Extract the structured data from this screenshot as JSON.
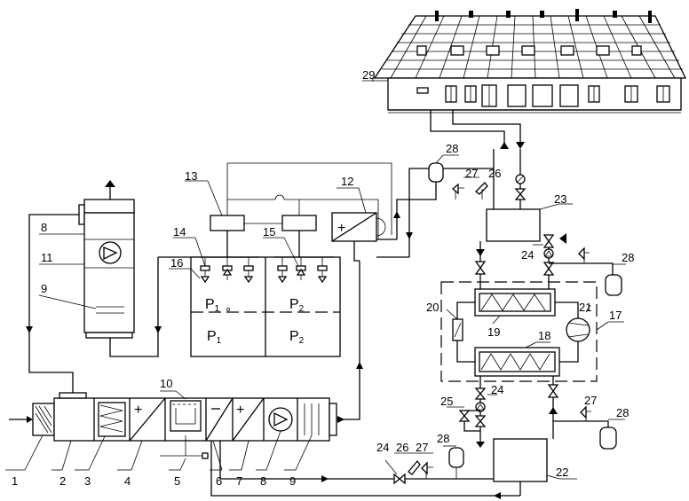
{
  "labels": {
    "l1": "1",
    "l2": "2",
    "l3": "3",
    "l4": "4",
    "l5": "5",
    "l6": "6",
    "l7": "7",
    "l8": "8",
    "l9": "9",
    "l10": "10",
    "l8b": "8",
    "l11": "11",
    "l9b": "9",
    "l12": "12",
    "l13": "13",
    "l14": "14",
    "l15": "15",
    "l16": "16",
    "l17": "17",
    "l18": "18",
    "l19": "19",
    "l20": "20",
    "l21": "21",
    "l22": "22",
    "l23": "23",
    "l24a": "24",
    "l24b": "24",
    "l24c": "24",
    "l25": "25",
    "l26a": "26",
    "l26b": "26",
    "l27a": "27",
    "l27b": "27",
    "l27c": "27",
    "l28a": "28",
    "l28b": "28",
    "l28c": "28",
    "l28d": "28",
    "l29": "29"
  },
  "zones": {
    "p": "P",
    "s1": "1",
    "s2": "2",
    "s3": "1",
    "s4": "2"
  }
}
